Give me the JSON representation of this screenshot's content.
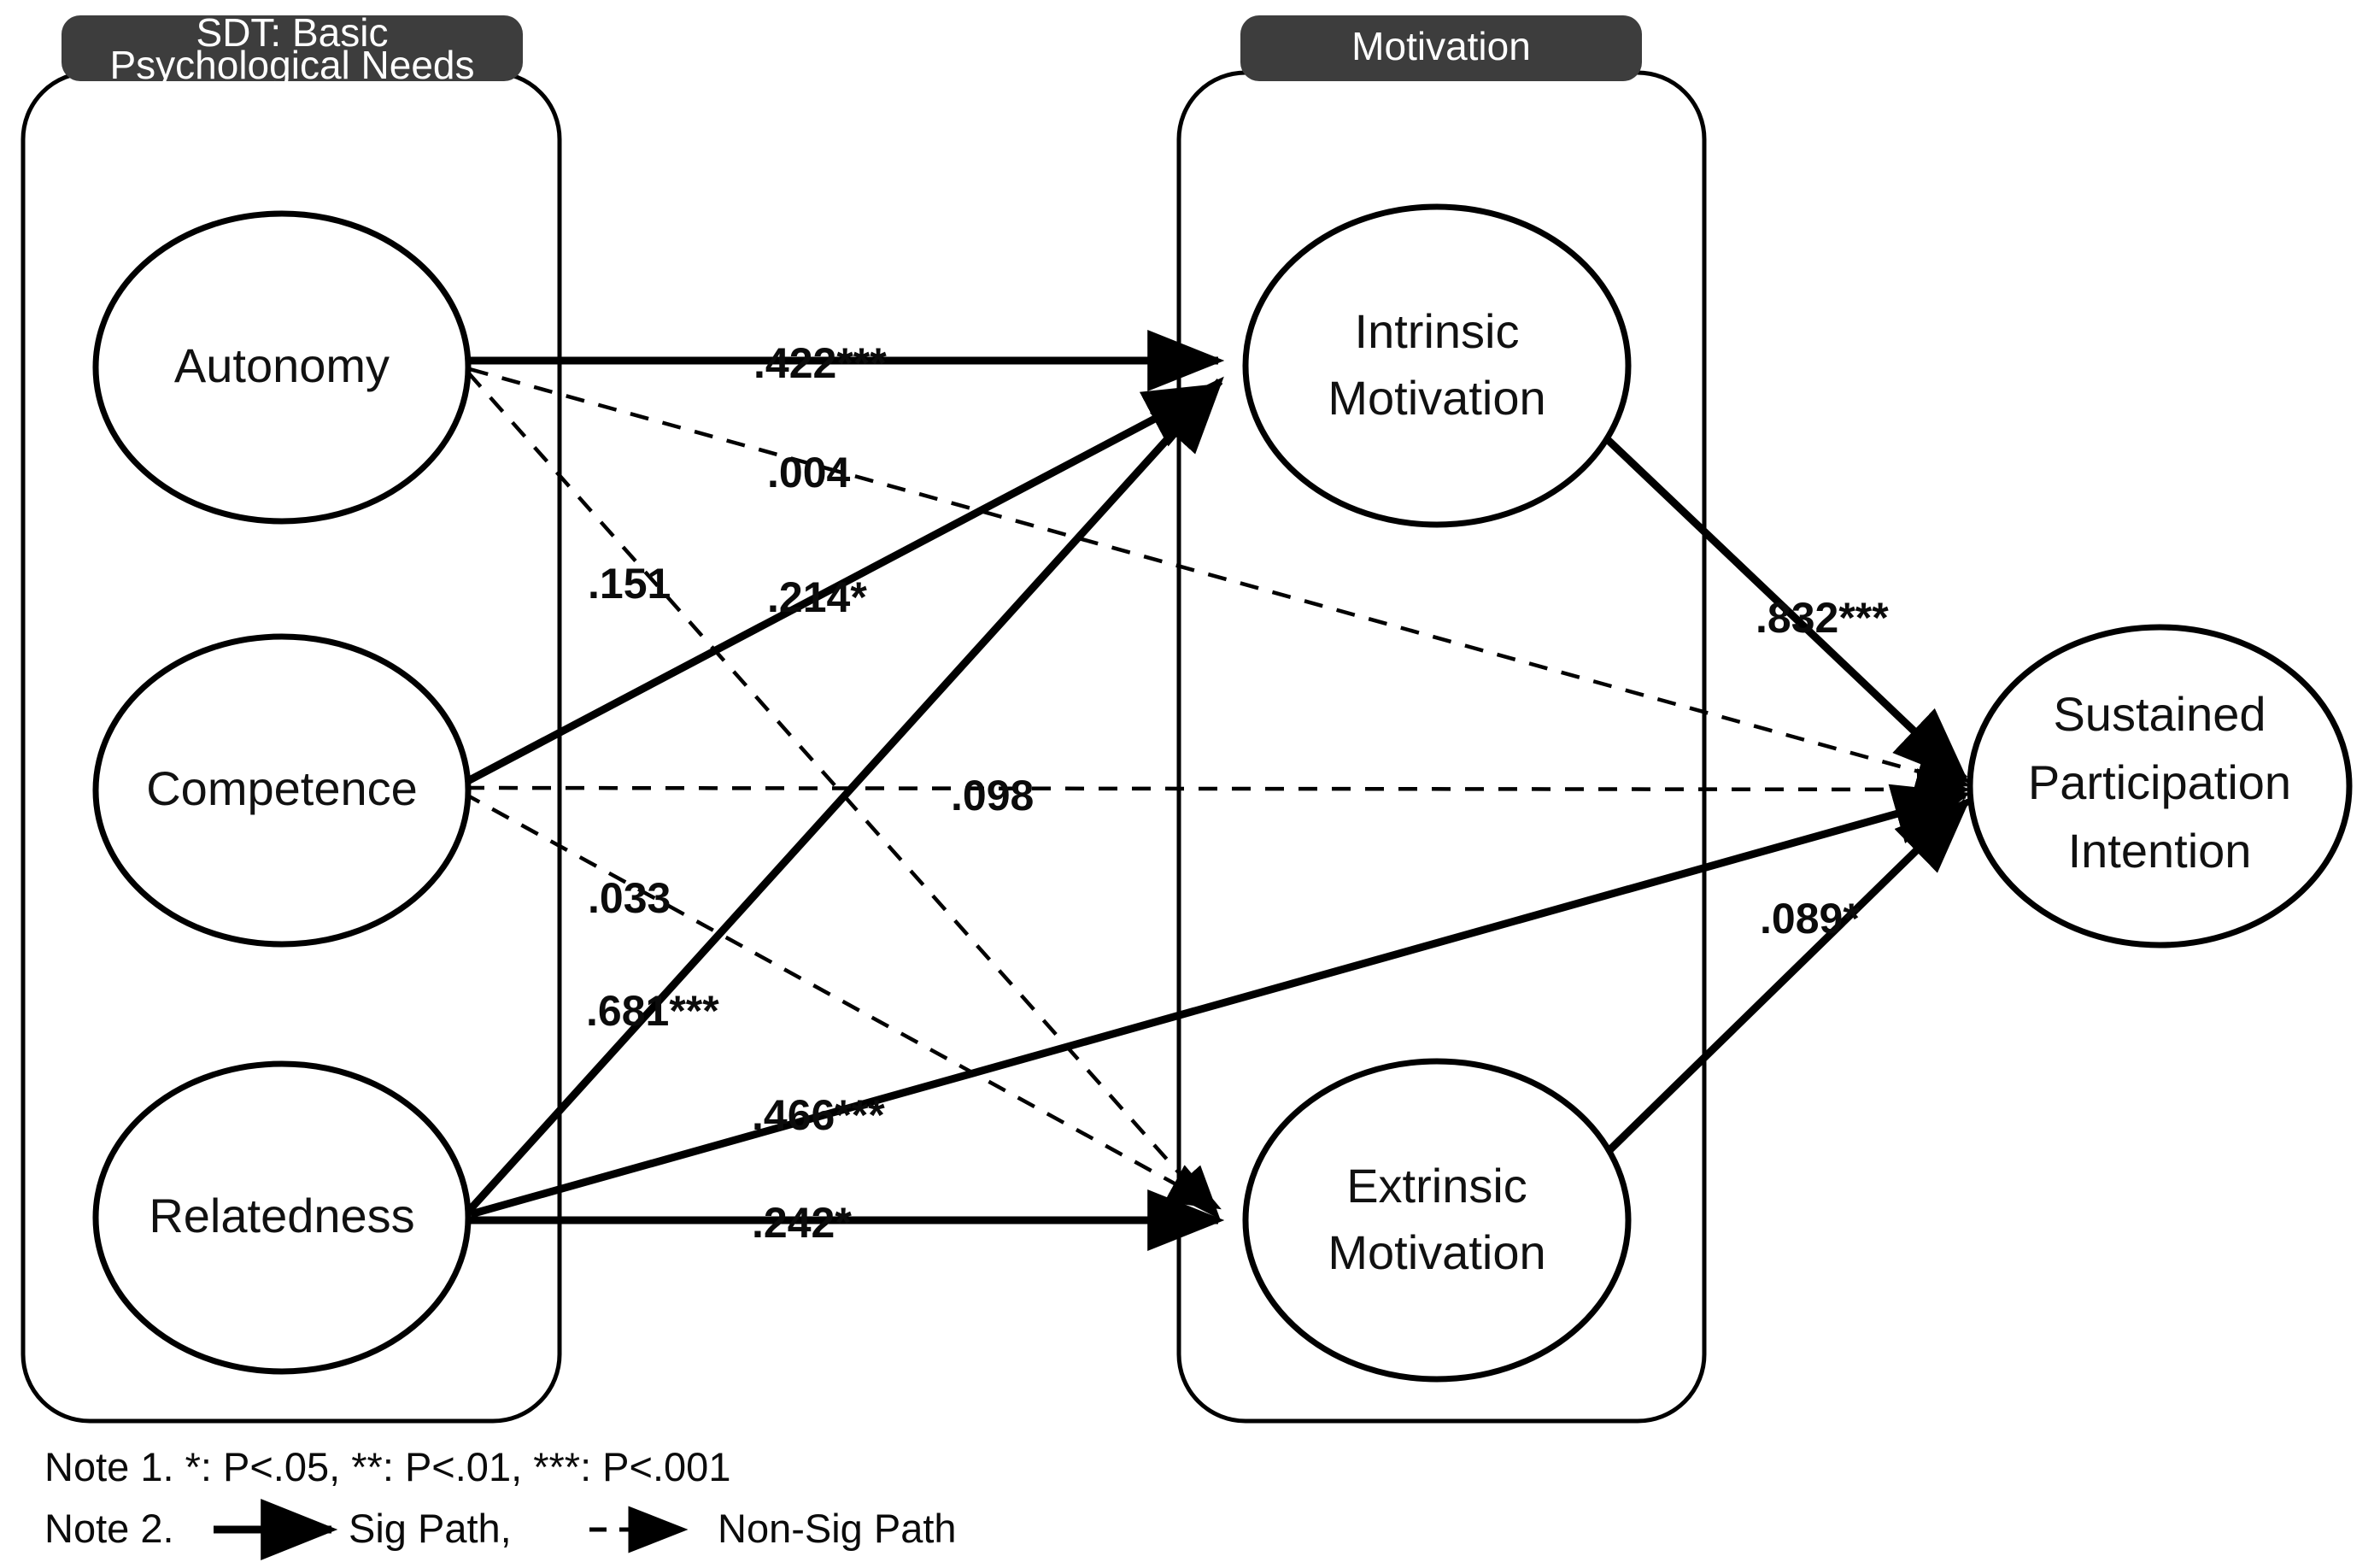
{
  "diagram": {
    "title_present": false,
    "groups": [
      {
        "id": "sdt",
        "label_line1": "SDT: Basic",
        "label_line2": "Psychological Needs"
      },
      {
        "id": "motivation",
        "label_line1": "Motivation",
        "label_line2": ""
      }
    ],
    "nodes": [
      {
        "id": "autonomy",
        "label_line1": "Autonomy",
        "label_line2": "",
        "label_line3": ""
      },
      {
        "id": "competence",
        "label_line1": "Competence",
        "label_line2": "",
        "label_line3": ""
      },
      {
        "id": "relatedness",
        "label_line1": "Relatedness",
        "label_line2": "",
        "label_line3": ""
      },
      {
        "id": "intrinsic",
        "label_line1": "Intrinsic",
        "label_line2": "Motivation",
        "label_line3": ""
      },
      {
        "id": "extrinsic",
        "label_line1": "Extrinsic",
        "label_line2": "Motivation",
        "label_line3": ""
      },
      {
        "id": "spi",
        "label_line1": "Sustained",
        "label_line2": "Participation",
        "label_line3": "Intention"
      }
    ],
    "paths": [
      {
        "id": "aut-im",
        "from": "autonomy",
        "to": "intrinsic",
        "coefficient": ".422***",
        "significant": true
      },
      {
        "id": "aut-spi",
        "from": "autonomy",
        "to": "spi",
        "coefficient": ".004",
        "significant": false
      },
      {
        "id": "aut-em",
        "from": "autonomy",
        "to": "extrinsic",
        "coefficient": ".151",
        "significant": false
      },
      {
        "id": "com-im",
        "from": "competence",
        "to": "intrinsic",
        "coefficient": ".214*",
        "significant": true
      },
      {
        "id": "com-spi",
        "from": "competence",
        "to": "spi",
        "coefficient": ".098",
        "significant": false
      },
      {
        "id": "com-em",
        "from": "competence",
        "to": "extrinsic",
        "coefficient": ".033",
        "significant": false
      },
      {
        "id": "rel-im",
        "from": "relatedness",
        "to": "intrinsic",
        "coefficient": ".681***",
        "significant": true
      },
      {
        "id": "rel-spi",
        "from": "relatedness",
        "to": "spi",
        "coefficient": ".466***",
        "significant": true
      },
      {
        "id": "rel-em",
        "from": "relatedness",
        "to": "extrinsic",
        "coefficient": ".242*",
        "significant": true
      },
      {
        "id": "im-spi",
        "from": "intrinsic",
        "to": "spi",
        "coefficient": ".832***",
        "significant": true
      },
      {
        "id": "em-spi",
        "from": "extrinsic",
        "to": "spi",
        "coefficient": ".089*",
        "significant": true
      }
    ],
    "notes": {
      "note1": "Note 1. *: P<.05, **: P<.01, ***: P<.001",
      "note2_prefix": "Note 2.",
      "legend_sig": "Sig Path,",
      "legend_nonsig": "Non-Sig Path"
    },
    "colors": {
      "stroke": "#000000",
      "chip_bg": "#3d3d3d",
      "chip_text": "#ffffff",
      "background": "#ffffff"
    }
  }
}
